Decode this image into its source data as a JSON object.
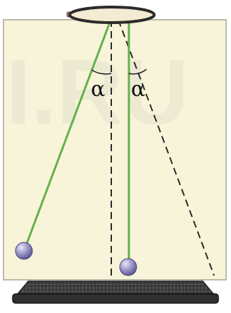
{
  "labels": {
    "angle_left": "α",
    "angle_right": "α",
    "watermark": "I.RU"
  },
  "colors": {
    "panel_fill": "#f8f4d9",
    "panel_stroke": "#bcb9a8",
    "thread": "#63b04a",
    "dashed_line": "#2a2a2a",
    "ball": "#9b96c9",
    "ring_fill": "#f3ecd2",
    "ring_stroke": "#2b2b2b",
    "bar": "#b7786b",
    "base": "#3a3a3a"
  },
  "icons": {
    "ring": "suspension-ring",
    "ball": "pendulum-ball",
    "base": "stand-base"
  }
}
